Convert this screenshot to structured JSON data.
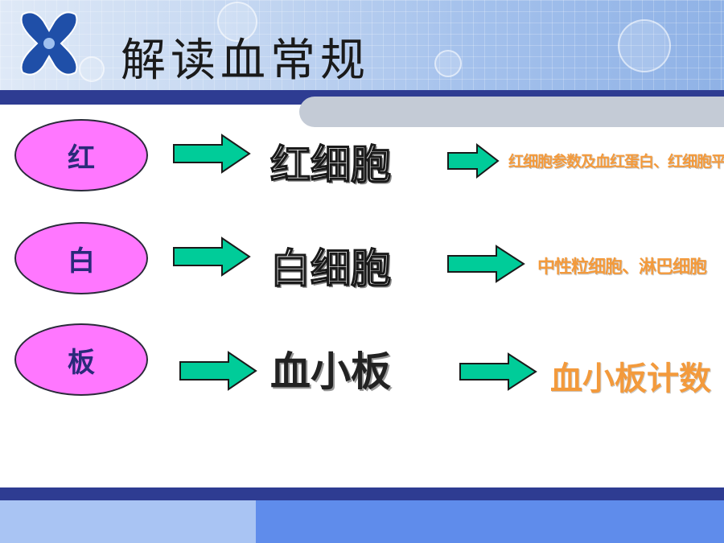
{
  "slide": {
    "title": "解读血常规"
  },
  "rows": [
    {
      "key": "红",
      "cell": "红细胞",
      "detail": "红细胞参数及血红蛋白、红细胞平均"
    },
    {
      "key": "白",
      "cell": "白细胞",
      "detail": "中性粒细胞、淋巴细胞"
    },
    {
      "key": "板",
      "cell": "血小板",
      "detail": "血小板计数"
    }
  ],
  "colors": {
    "oval_fill": "#ff77ff",
    "arrow_fill": "#00cc99",
    "detail_text": "#f39a3c",
    "band": "#2e3c92"
  },
  "icons": {
    "logo": "x-shape-logo-icon"
  }
}
